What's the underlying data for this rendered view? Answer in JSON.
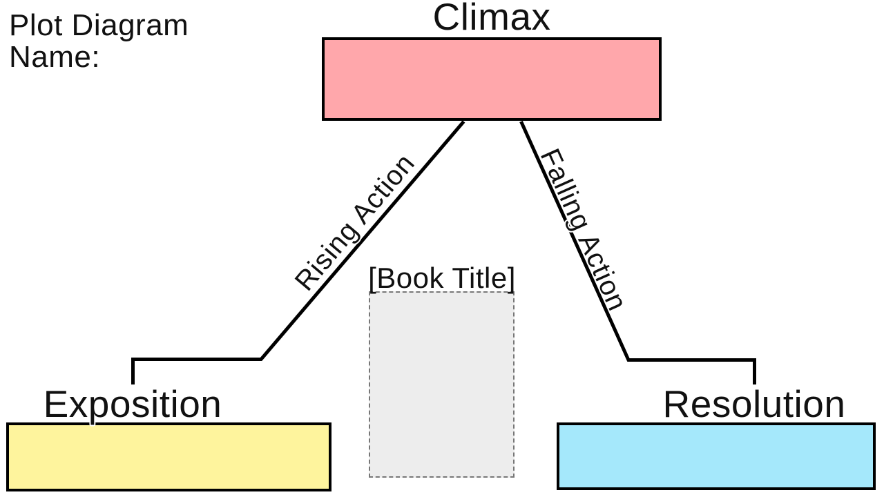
{
  "header": {
    "title": "Plot Diagram",
    "name_label": "Name:"
  },
  "nodes": {
    "climax": {
      "label": "Climax",
      "fill": "#ffa7ab"
    },
    "exposition": {
      "label": "Exposition",
      "fill": "#fef49d"
    },
    "resolution": {
      "label": "Resolution",
      "fill": "#a5e8fb"
    },
    "book_title": {
      "label": "[Book Title]",
      "fill": "#ededed",
      "border_color": "#777777"
    }
  },
  "edges": {
    "rising": {
      "label": "Rising Action"
    },
    "falling": {
      "label": "Falling Action"
    },
    "line_color": "#000000"
  }
}
